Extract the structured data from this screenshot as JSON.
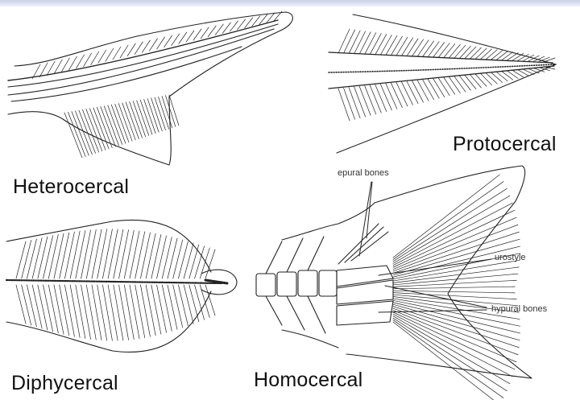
{
  "panels": {
    "heterocercal": {
      "title": "Heterocercal"
    },
    "protocercal": {
      "title": "Protocercal"
    },
    "diphycercal": {
      "title": "Diphycercal"
    },
    "homocercal": {
      "title": "Homocercal",
      "annotations": {
        "epural": "epural bones",
        "urostyle": "urostyle",
        "hypural": "hypural bones"
      }
    }
  }
}
